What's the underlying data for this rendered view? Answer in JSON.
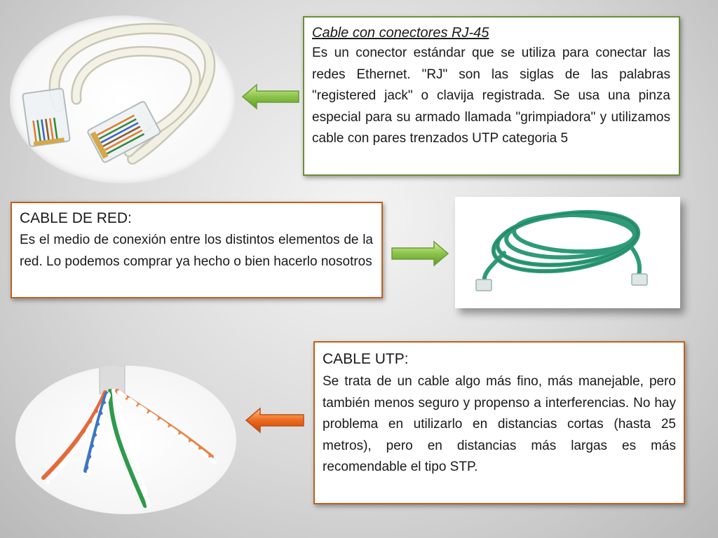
{
  "rj45": {
    "title": "Cable con conectores RJ-45",
    "body": "Es un conector estándar que se utiliza para conectar las redes Ethernet. \"RJ\" son las siglas de las palabras \"registered jack\" o clavija registrada. Se usa una pinza especial para su armado llamada \"grimpiadora\" y utilizamos cable con pares trenzados UTP categoria 5"
  },
  "red": {
    "title": "CABLE DE RED:",
    "body": "Es el medio de conexión entre los distintos elementos de la red. Lo podemos comprar ya hecho o bien hacerlo nosotros"
  },
  "utp": {
    "title": "CABLE UTP:",
    "body": "Se trata de un cable algo más fino, más manejable, pero también menos seguro y propenso a interferencias. No hay problema en utilizarlo en distancias cortas (hasta 25 metros), pero en distancias más largas es más recomendable el tipo STP."
  },
  "colors": {
    "green_border": "#6b8e3a",
    "orange_border": "#c0601c",
    "green_arrow": "#8cc34a",
    "orange_arrow": "#ee6a1c",
    "network_cable": "#2e9a78"
  }
}
